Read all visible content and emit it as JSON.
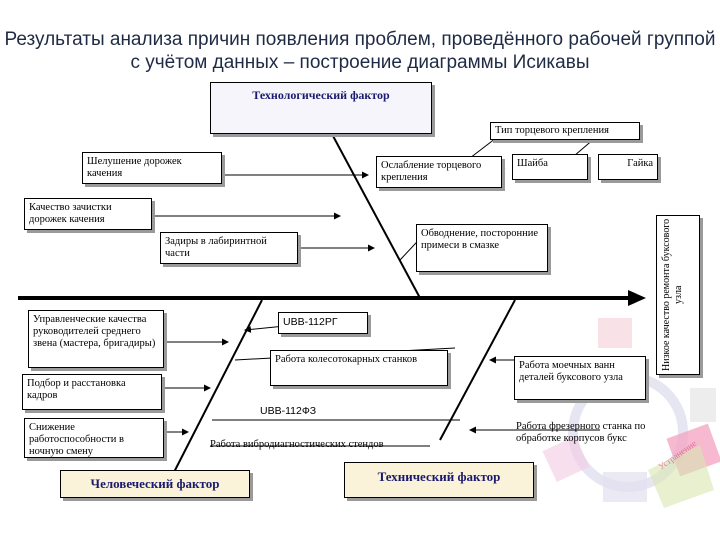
{
  "title": "Результаты анализа причин появления проблем, проведённого рабочей группой с учётом данных – построение диаграммы Исикавы",
  "factors": {
    "technological": "Технологический фактор",
    "human": "Человеческий фактор",
    "technical": "Технический фактор"
  },
  "causes": {
    "tip_fastening": "Тип торцевого крепления",
    "shelushenie": "Шелушение дорожек качения",
    "oslablenie": "Ослабление торцевого крепления",
    "shayba": "Шайба",
    "gayka": "Гайка",
    "kachestvo_zachistki": "Качество зачистки дорожек качения",
    "zadiry": "Задиры в лабиринтной части",
    "obvodnenie": "Обводнение, посторонние примеси в смазке",
    "upravlencheskie": "Управленческие качества руководителей среднего звена (мастера, бригадиры)",
    "podbor": "Подбор и расстановка кадров",
    "snizhenie": "Снижение работоспособности в ночную смену",
    "ubv112rg": "UBB-112РГ",
    "rabota_kolesotokarnyh": "Работа колесотокарных станков",
    "ubv112fz": "UBB-112ФЗ",
    "vibro": "Работа вибродиагностических стендов",
    "moechnyh": "Работа моечных ванн деталей буксового узла",
    "frezernogo": "Работа фрезерного станка по обработке корпусов букс",
    "bearings": "Низкое качество ремонта буксового узла"
  },
  "watermark_text": "Устранение"
}
